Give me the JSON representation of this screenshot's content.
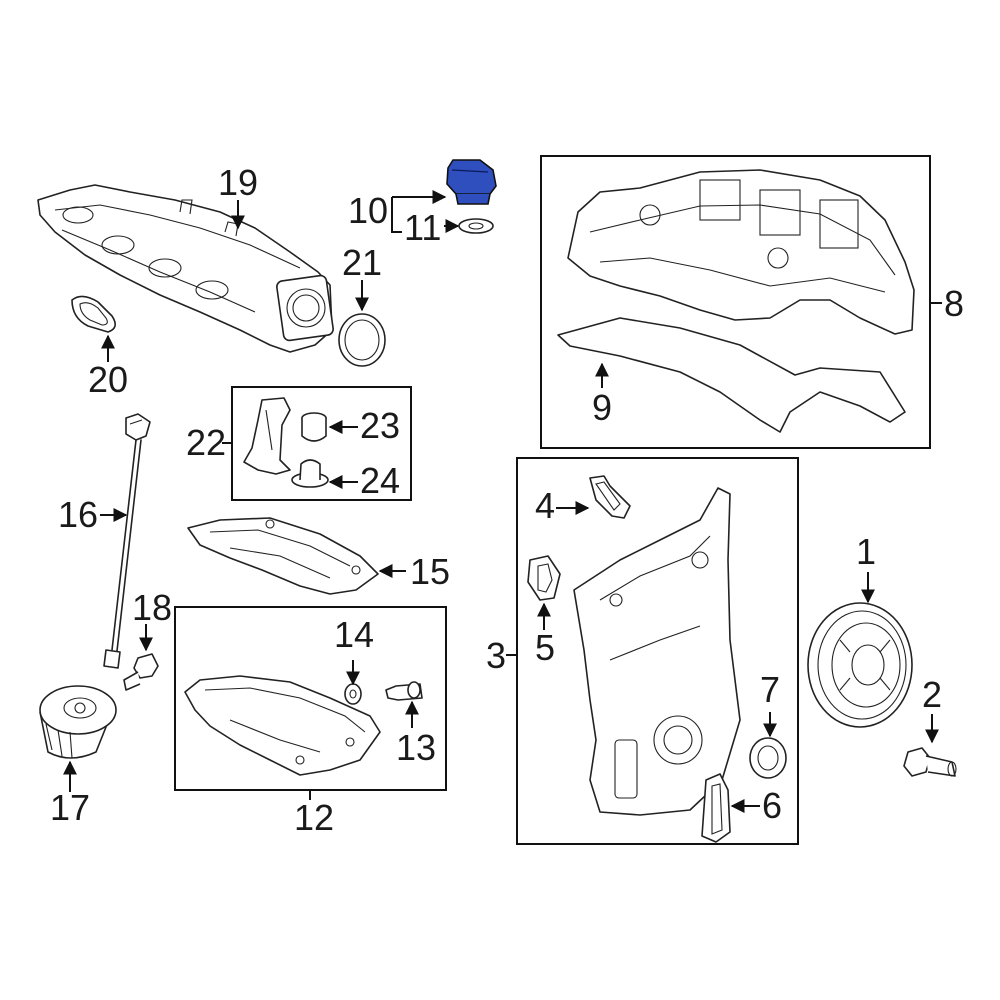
{
  "diagram": {
    "callouts": {
      "c1": "1",
      "c2": "2",
      "c3": "3",
      "c4": "4",
      "c5": "5",
      "c6": "6",
      "c7": "7",
      "c8": "8",
      "c9": "9",
      "c10": "10",
      "c11": "11",
      "c12": "12",
      "c13": "13",
      "c14": "14",
      "c15": "15",
      "c16": "16",
      "c17": "17",
      "c18": "18",
      "c19": "19",
      "c20": "20",
      "c21": "21",
      "c22": "22",
      "c23": "23",
      "c24": "24"
    },
    "highlight_color": "#2f4fbf",
    "line_color": "#222222"
  }
}
